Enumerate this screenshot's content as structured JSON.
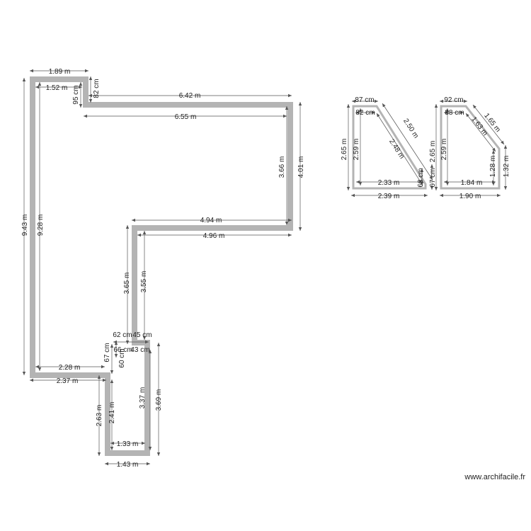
{
  "watermark": "www.archifacile.fr",
  "colors": {
    "wall": "#b4b4b4",
    "dimension": "#555555",
    "text": "#222222"
  },
  "main_plan": {
    "dims": {
      "top_1_89": "1.89 m",
      "inner_1_52": "1.52 m",
      "ext_82": "82 cm",
      "int_95": "95 cm",
      "top_6_42": "6.42 m",
      "inner_6_55": "6.55 m",
      "right_3_66": "3.66 m",
      "right_4_01": "4.01 m",
      "mid_4_94": "4.94 m",
      "mid_4_96": "4.96 m",
      "left_9_43": "9.43 m",
      "left_9_28": "9.28 m",
      "stem_3_65": "3.65 m",
      "stem_3_55": "3.55 m",
      "d_62": "62 cm",
      "d_45": "45 cm",
      "d_66": "66 cm",
      "d_43": "43 cm",
      "d_67": "67 cm",
      "d_60": "60 cm",
      "bot_2_28": "2.28 m",
      "bot_2_37": "2.37 m",
      "low_2_63": "2.63 m",
      "low_2_41": "2.41 m",
      "low_3_37": "3.37 m",
      "low_3_69": "3.69 m",
      "low_1_33": "1.33 m",
      "low_1_43": "1.43 m"
    }
  },
  "room_a": {
    "dims": {
      "top_87": "87 cm",
      "top_82": "82 cm",
      "diag_2_50": "2.50 m",
      "diag_2_48": "2.48 m",
      "left_2_65": "2.65 m",
      "left_2_59": "2.59 m",
      "bot_2_33": "2.33 m",
      "bot_2_39": "2.39 m",
      "right_63": "63 cm",
      "right_67": "67 cm"
    }
  },
  "room_b": {
    "dims": {
      "top_92": "92 cm",
      "top_88": "88 cm",
      "diag_1_65": "1.65 m",
      "diag_1_63": "1.63 m",
      "left_2_65": "2.65 m",
      "left_2_59": "2.59 m",
      "right_1_28": "1.28 m",
      "right_1_32": "1.32 m",
      "bot_1_84": "1.84 m",
      "bot_1_90": "1.90 m"
    }
  }
}
